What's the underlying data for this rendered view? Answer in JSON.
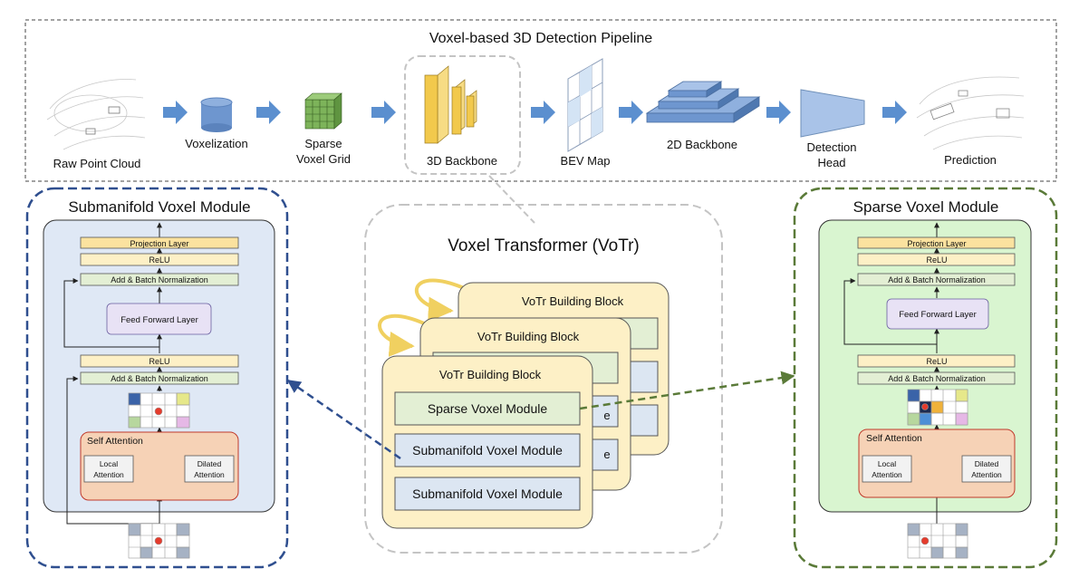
{
  "pipeline": {
    "title": "Voxel-based 3D Detection Pipeline",
    "stages": [
      "Raw Point Cloud",
      "Voxelization",
      "Sparse",
      "Voxel Grid",
      "3D Backbone",
      "BEV Map",
      "2D Backbone",
      "Detection",
      "Head",
      "Prediction"
    ]
  },
  "votr": {
    "title": "Voxel Transformer (VoTr)",
    "block_title": "VoTr Building Block",
    "sparse_label": "Sparse Voxel Module",
    "submanifold_label": "Submanifold Voxel Module"
  },
  "modules": {
    "submanifold_title": "Submanifold Voxel Module",
    "sparse_title": "Sparse Voxel Module",
    "projection": "Projection Layer",
    "relu": "ReLU",
    "add_norm": "Add & Batch Normalization",
    "ffn": "Feed Forward Layer",
    "self_attention": "Self Attention",
    "local_1": "Local",
    "local_2": "Attention",
    "dilated_1": "Dilated",
    "dilated_2": "Attention"
  },
  "colors": {
    "blue_dashed": "#2f4f8f",
    "green_dashed": "#5a7a38",
    "gray_dashed": "#c4c4c4",
    "arrow_blue": "#5b8fcf",
    "voxel_blue": "#6e96cf",
    "grid_green": "#7db35a",
    "backbone_yellow": "#f2c94c",
    "card_yellow": "#fdf0c6",
    "attn_orange": "#f6d2b6",
    "green_box": "#e3efd4",
    "blue_box": "#dce6f2",
    "projection_yellow": "#fbe29f",
    "panel_blue": "#dfe8f5",
    "panel_green": "#d9f5d0"
  }
}
